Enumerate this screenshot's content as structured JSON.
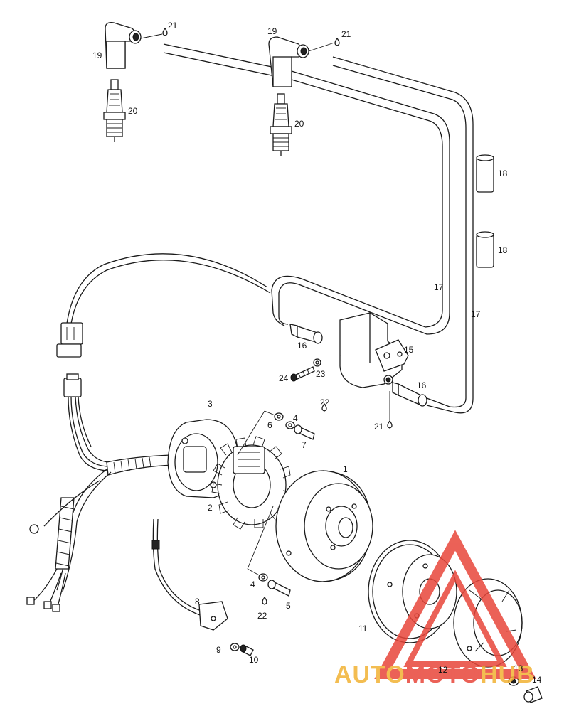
{
  "labels": {
    "p1": "1",
    "p2": "2",
    "p3": "3",
    "p4a": "4",
    "p4b": "4",
    "p5": "5",
    "p6": "6",
    "p7": "7",
    "p8": "8",
    "p9": "9",
    "p10": "10",
    "p11": "11",
    "p12": "12",
    "p13": "13",
    "p14": "14",
    "p15": "15",
    "p16a": "16",
    "p16b": "16",
    "p17a": "17",
    "p17b": "17",
    "p18a": "18",
    "p18b": "18",
    "p19a": "19",
    "p19b": "19",
    "p20a": "20",
    "p20b": "20",
    "p21a": "21",
    "p21b": "21",
    "p21c": "21",
    "p22a": "22",
    "p22b": "22",
    "p23": "23",
    "p24": "24"
  },
  "watermark": {
    "part1": "AUTO",
    "part2": "MOTO",
    "part3": "HUB",
    "colors": {
      "auto": "#f2b233",
      "moto": "#e8463a",
      "hub": "#f2b233",
      "triangle": "#e8463a"
    }
  }
}
